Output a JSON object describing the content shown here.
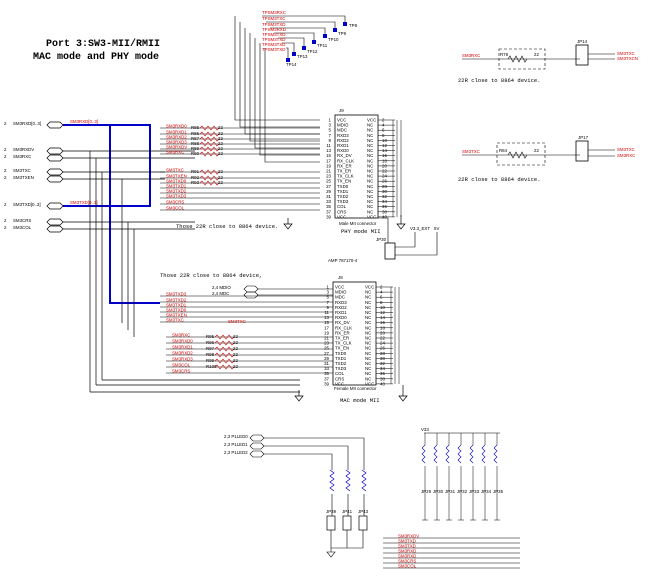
{
  "title": {
    "line1": "Port 3:SW3-MII/RMII",
    "line2": "MAC mode and PHY mode"
  },
  "notes": {
    "close_22r_a": "22R close to 8864 device.",
    "close_22r_b": "22R close to 8864 device.",
    "phy_close": "Those 22R close to 8864 device.",
    "mac_close": "Those 22R close to 8864 device,",
    "phy_mode": "PHY mode MII",
    "mac_mode": "MAC mode MII",
    "male_conn": "Male MII connector",
    "female_conn": "Female MII connector",
    "part_no": "AMP 787170-4"
  },
  "left_signals": [
    {
      "prefix": "2",
      "name": "SM3RXD[0..3]"
    },
    {
      "prefix": "2",
      "name": "SM3RXDV"
    },
    {
      "prefix": "2",
      "name": "SM3RXC"
    },
    {
      "prefix": "2",
      "name": "SM3TXC"
    },
    {
      "prefix": "2",
      "name": "SM3TXEN"
    },
    {
      "prefix": "2",
      "name": "SM3TXD[0..3]"
    },
    {
      "prefix": "2",
      "name": "SM3CRS"
    },
    {
      "prefix": "2",
      "name": "SM3COL"
    }
  ],
  "bus_labels": {
    "rxd": "SM3RXD[0..3]",
    "txd": "SM3TXD[0..3]"
  },
  "top_nets": [
    "TPSM3RXC",
    "TPSM3TXC",
    "TPSM3TXD",
    "TPSM3RXD",
    "TPSM3TXD",
    "TPSM3TXD",
    "TPSM3TXD",
    "TPSM3TXD"
  ],
  "testpoints": [
    "TP8",
    "TP9",
    "TP10",
    "TP11",
    "TP12",
    "TP13",
    "TP14"
  ],
  "phy_nets": [
    "SM3RXD0",
    "SM3RXD1",
    "SM3RXD2",
    "SM3RXD3",
    "SM3RXDV",
    "SM3RXC",
    "SM3TXC",
    "SM3TXEN",
    "SM3TXD0",
    "SM3TXD1",
    "SM3TXD2",
    "SM3TXD3",
    "SM3CRS",
    "SM3COL"
  ],
  "phy_res": [
    "R85",
    "R86",
    "R87",
    "R88",
    "R89",
    "R90",
    "R91",
    "R92",
    "R93"
  ],
  "phy_header": "J9",
  "left_pins": [
    "VCC",
    "MDIO",
    "MDC",
    "RXD3",
    "RXD2",
    "RXD1",
    "RXD0",
    "RX_DV",
    "RX_CLK",
    "RX_ER",
    "TX_ER",
    "TX_CLK",
    "TX_EN",
    "TXD0",
    "TXD1",
    "TXD2",
    "TXD3",
    "COL",
    "CRS",
    "VCC"
  ],
  "right_pins": [
    "VCC",
    "NC",
    "NC",
    "NC",
    "NC",
    "NC",
    "NC",
    "NC",
    "NC",
    "NC",
    "NC",
    "NC",
    "NC",
    "NC",
    "NC",
    "NC",
    "NC",
    "NC",
    "NC",
    "VCC"
  ],
  "mac_header": "J8",
  "mac_side_nets": [
    "2,4  MDIO",
    "2,4  MDC"
  ],
  "mac_nets": [
    "SM3TXD3",
    "SM3TXD2",
    "SM3TXD1",
    "SM3TXD0",
    "SM3TXEN",
    "SM3TXC",
    "SM3RXC"
  ],
  "mac_net_mid": "SM3TXC",
  "mac_bottom_nets": [
    "SM3RXC",
    "SM3RXD0",
    "SM3RXD1",
    "SM3RXD2",
    "SM3RXD3",
    "SM3COL",
    "SM3CRS"
  ],
  "mac_res": [
    "R95",
    "R96",
    "R97",
    "R98",
    "R99",
    "R100"
  ],
  "jumper": {
    "ref": "JP30",
    "power": "V3.3_EXT",
    "v5": "5V"
  },
  "right_top": {
    "net": "SM3RXC",
    "res": "R78",
    "val": "22",
    "jp": "JP14",
    "out1": "SM3TXC",
    "out2": "SM3TXCN"
  },
  "right_mid": {
    "net": "SM3TXC",
    "res": "R84",
    "val": "22",
    "jp": "JP17",
    "out1": "SM3TXC",
    "out2": "SM3RXC"
  },
  "leds": [
    "2,3  P1LED0",
    "2,3  P1LED1",
    "2,3  P1LED2"
  ],
  "led_jps": [
    "JP39",
    "JP41",
    "JP43"
  ],
  "strap_power": "V33",
  "strap_jps": [
    "JP29",
    "JP30",
    "JP31",
    "JP32",
    "JP33",
    "JP34",
    "JP35"
  ],
  "strap_nets": [
    "SM3RXDV",
    "SM3TXD",
    "SM3TXD",
    "SM3RXD",
    "SM3RXD",
    "SM3CRS",
    "SM3COL"
  ],
  "colors": {
    "net_red": "#d40000",
    "bus_blue": "#0000c8",
    "wire": "#000000"
  }
}
